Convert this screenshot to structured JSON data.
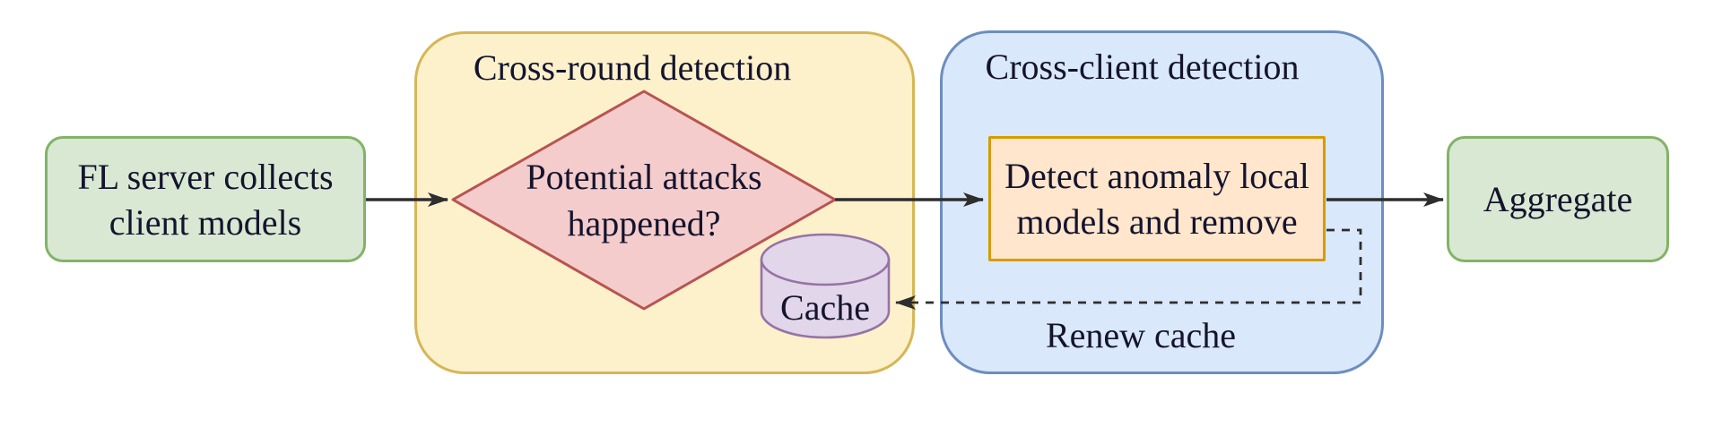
{
  "diagram": {
    "fl_server": {
      "lines": [
        "FL server collects",
        "client models"
      ]
    },
    "cross_round": {
      "title": "Cross-round detection",
      "decision": {
        "lines": [
          "Potential attacks",
          "happened?"
        ]
      },
      "cache": {
        "label": "Cache"
      }
    },
    "cross_client": {
      "title": "Cross-client detection",
      "detect": {
        "lines": [
          "Detect anomaly local",
          "models and remove"
        ]
      },
      "renew_label": "Renew cache"
    },
    "aggregate": {
      "label": "Aggregate"
    }
  },
  "colors": {
    "green_fill": "#d9e8d3",
    "green_stroke": "#82b366",
    "yellow_fill": "#fdf1cc",
    "yellow_stroke": "#d6b656",
    "red_fill": "#f4cccb",
    "red_stroke": "#b85450",
    "blue_fill": "#dae8fc",
    "blue_stroke": "#6c8ebf",
    "orange_fill": "#ffe6cc",
    "orange_stroke": "#d79b00",
    "purple_fill": "#e2d6ea",
    "purple_stroke": "#9673a6",
    "arrow": "#2e2e2e",
    "text": "#14142e"
  }
}
